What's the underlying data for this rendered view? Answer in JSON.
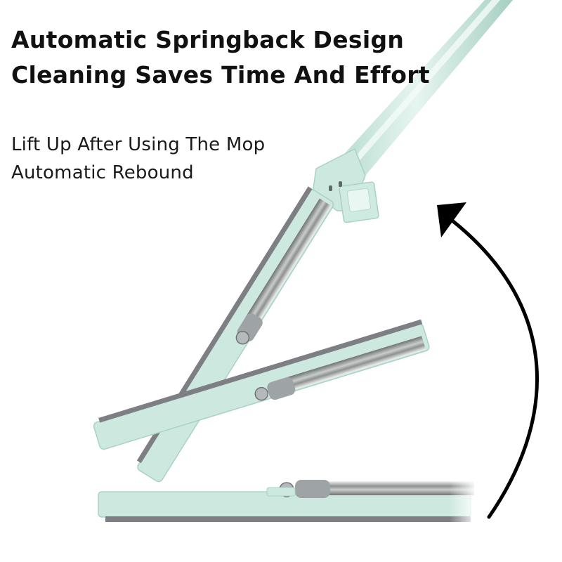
{
  "headline": {
    "line1": "Automatic Springback Design",
    "line2": "Cleaning Saves Time And Effort"
  },
  "subline": {
    "line1": "Lift Up After Using The Mop",
    "line2": "Automatic Rebound"
  },
  "colors": {
    "mop_body": "#cfe9e0",
    "mop_body_shadow": "#a9d2c5",
    "steel": "#8a8f8c",
    "steel_light": "#e2e4e2",
    "pad": "#7d7f84",
    "joint": "#9ea3a6",
    "arrow": "#000000",
    "text": "#111111"
  },
  "icons": {
    "rebound_arrow": "curved-arrow-up-left-icon"
  }
}
